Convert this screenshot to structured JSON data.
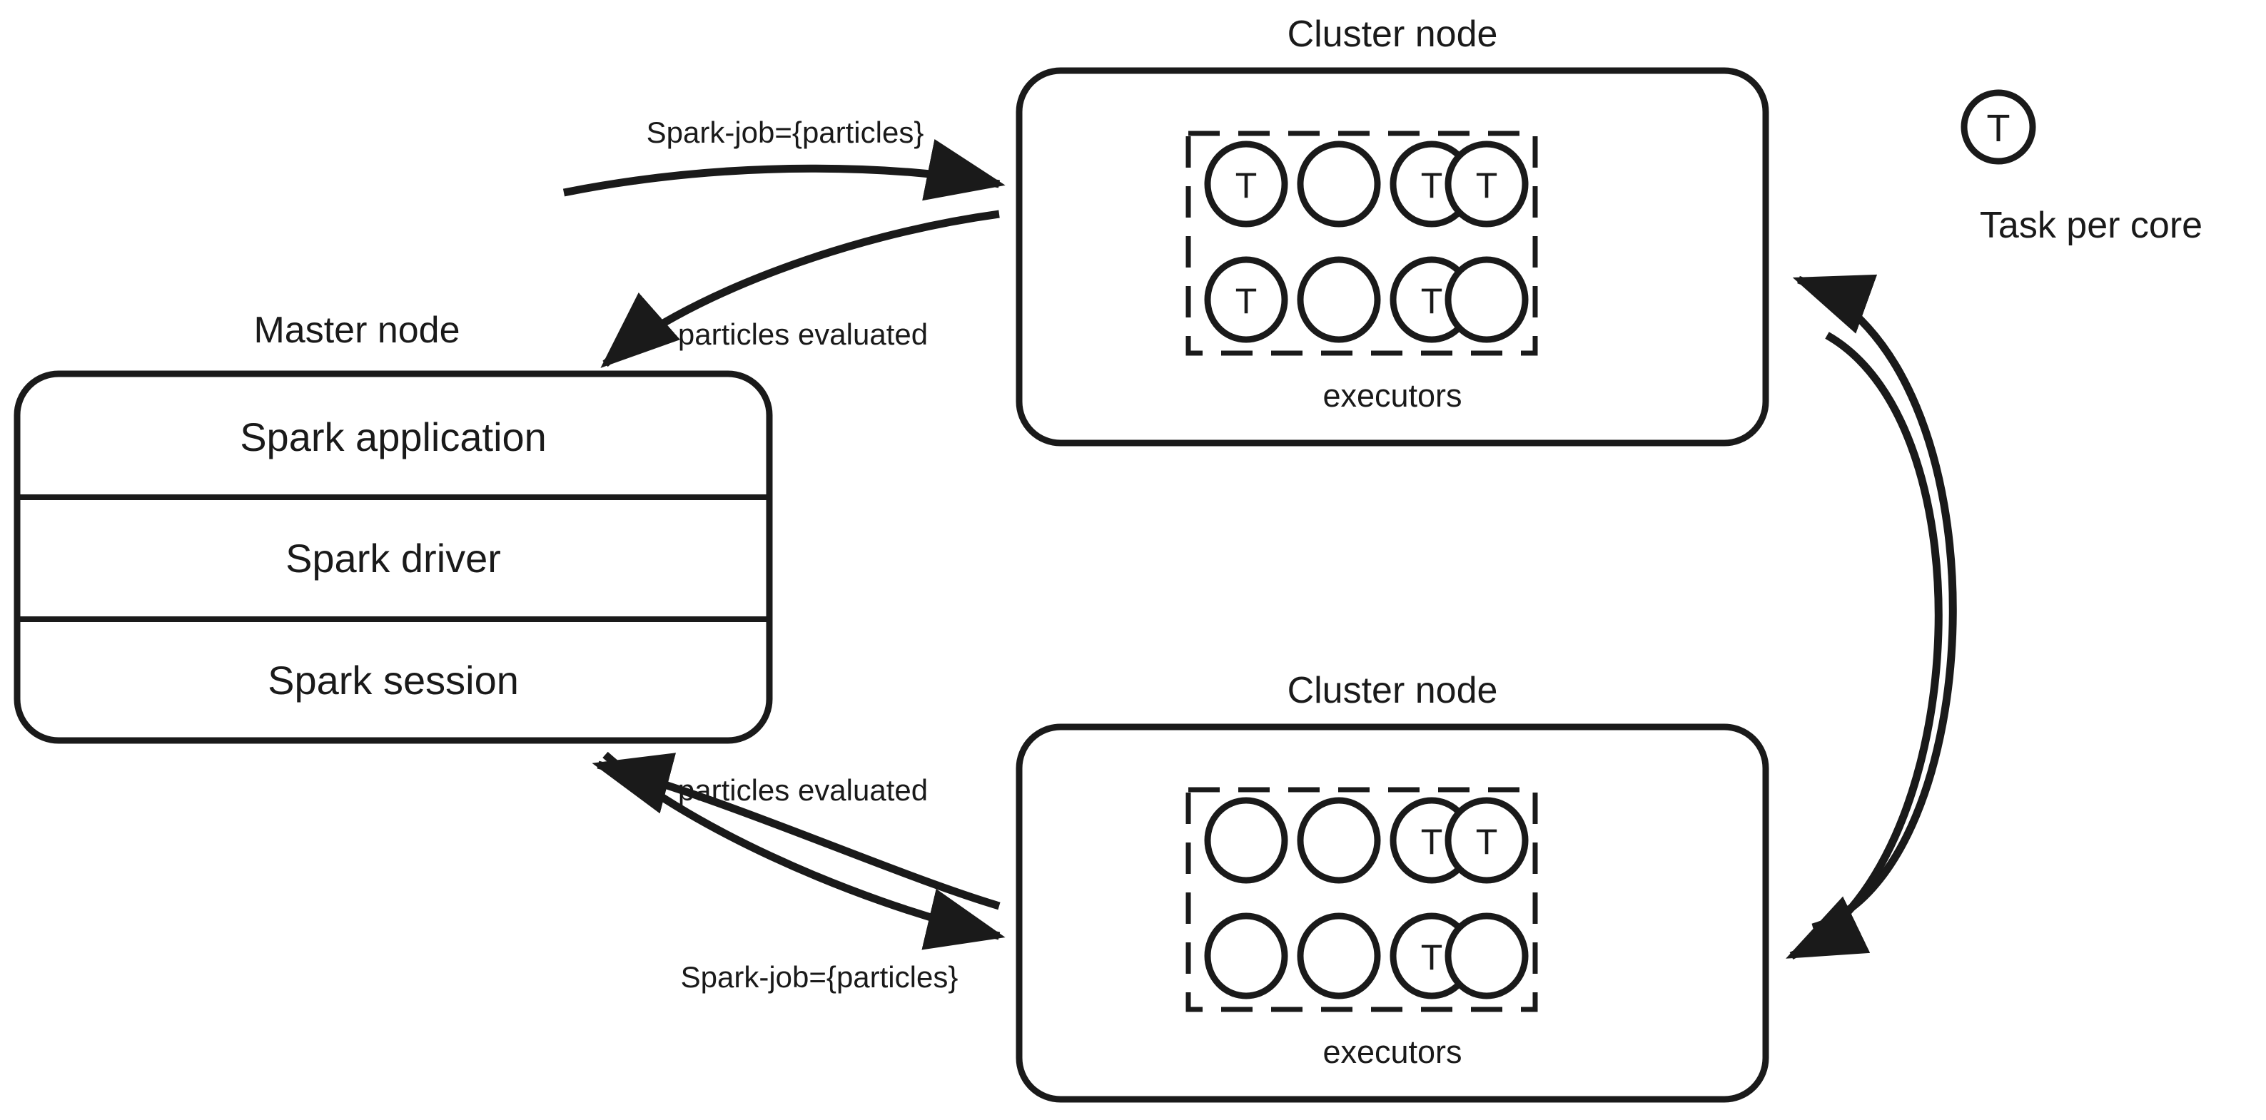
{
  "diagram": {
    "title_master": "Master node",
    "title_cluster": "Cluster node",
    "executors_label": "executors",
    "task_symbol": "T",
    "stroke_color": "#1a1a1a",
    "background_color": "#ffffff"
  },
  "master_node": {
    "label": "Master node",
    "rows": [
      {
        "label": "Spark application"
      },
      {
        "label": "Spark driver"
      },
      {
        "label": "Spark session"
      }
    ]
  },
  "cluster_nodes": [
    {
      "label": "Cluster node",
      "executors_label": "executors",
      "cores": [
        [
          "T",
          "",
          "T",
          "T"
        ],
        [
          "T",
          "",
          "T",
          ""
        ]
      ]
    },
    {
      "label": "Cluster node",
      "executors_label": "executors",
      "cores": [
        [
          "",
          "",
          "T",
          "T"
        ],
        [
          "",
          "",
          "T",
          ""
        ]
      ]
    }
  ],
  "edges": {
    "top_outgoing": "Spark-job={particles}",
    "top_incoming": "particles evaluated",
    "bottom_incoming": "particles evaluated",
    "bottom_outgoing": "Spark-job={particles}"
  },
  "legend": {
    "symbol": "T",
    "label": "Task per core"
  }
}
